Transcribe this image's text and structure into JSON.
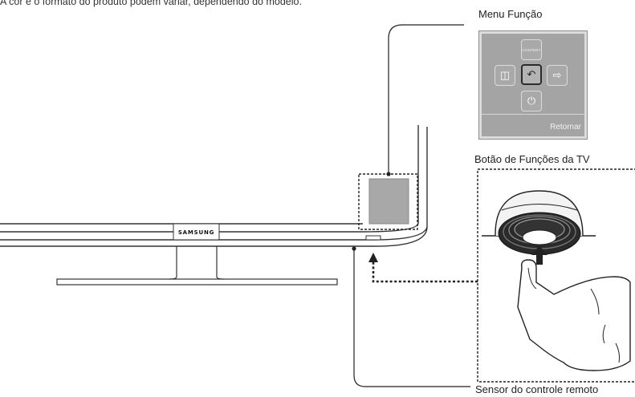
{
  "notice": "A cor e o formato do produto podem variar, dependendo do modelo.",
  "labels": {
    "menu_funcao": "Menu Função",
    "botao_funcoes": "Botão de Funções da TV",
    "sensor": "Sensor do controle remoto"
  },
  "tv": {
    "brand": "SAMSUNG"
  },
  "panel": {
    "content_key": "CONTENT",
    "return_label": "Retornar",
    "keys": [
      "content-key",
      "menu-key",
      "return-key",
      "source-key",
      "power-key"
    ]
  }
}
